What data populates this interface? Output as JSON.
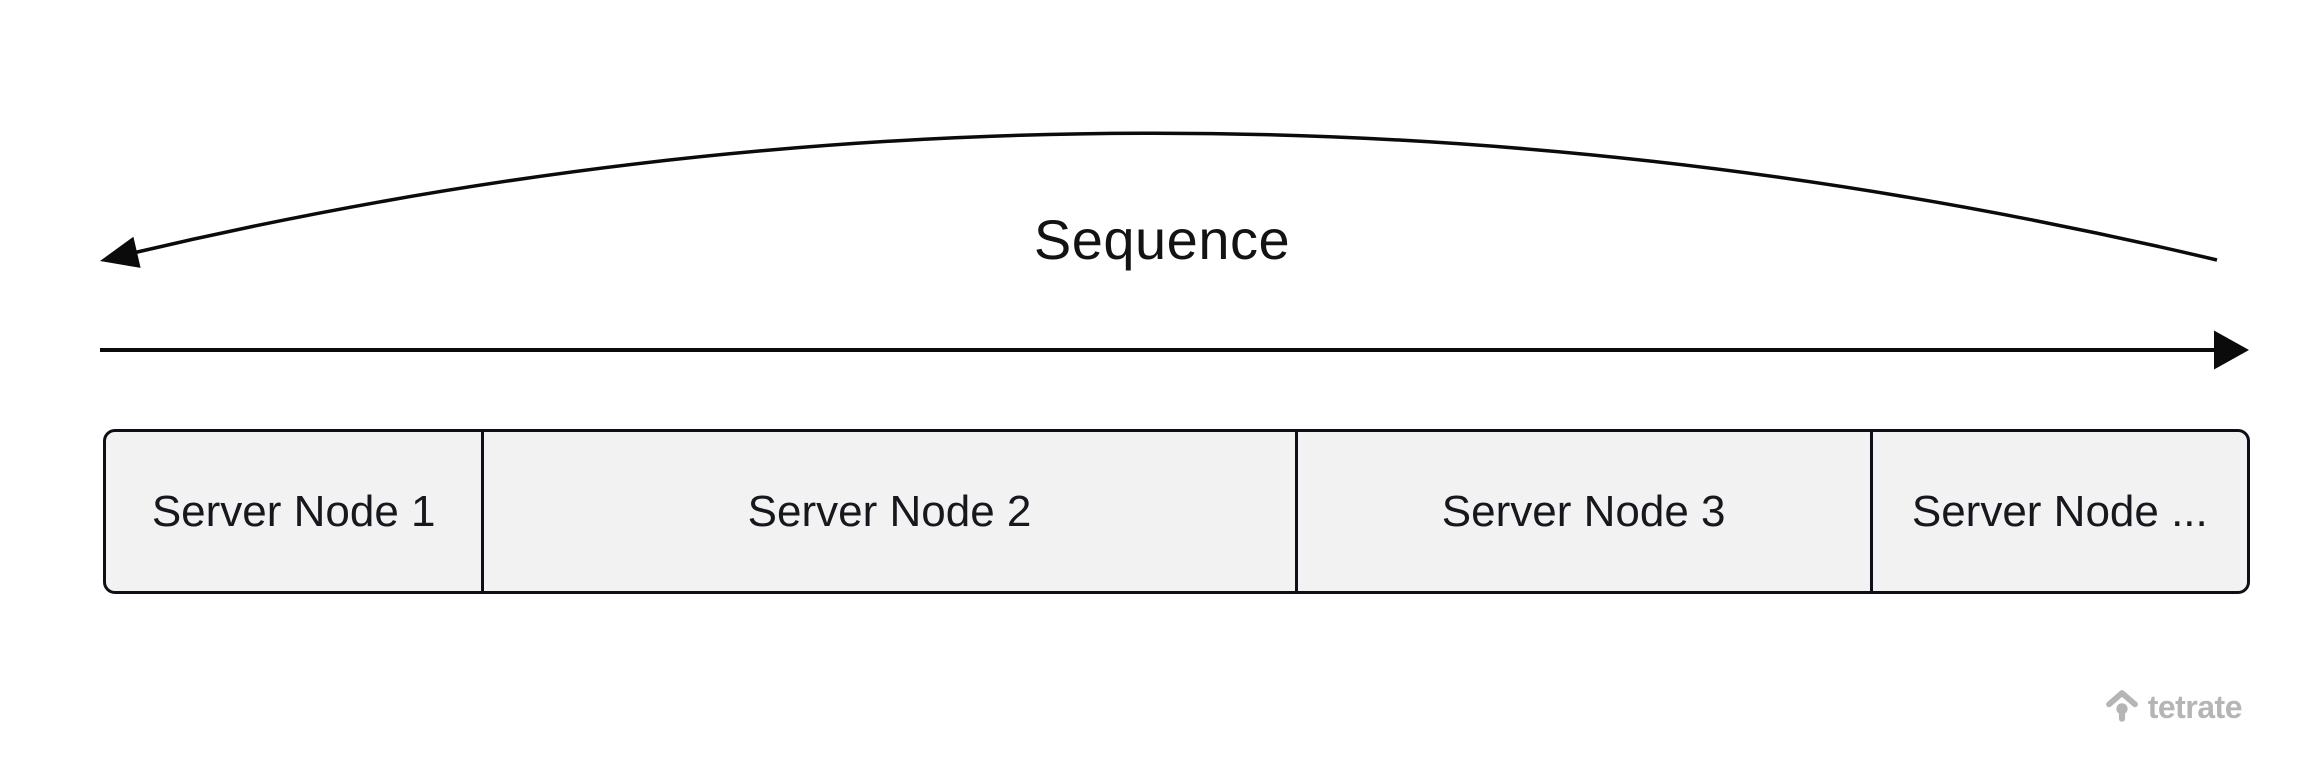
{
  "diagram": {
    "sequence_label": "Sequence",
    "nodes": [
      {
        "label": "Server Node 1"
      },
      {
        "label": "Server Node 2"
      },
      {
        "label": "Server Node 3"
      },
      {
        "label": "Server Node ..."
      }
    ],
    "colors": {
      "background": "#ffffff",
      "arrow": "#0b0b0b",
      "node_fill": "#f2f2f3",
      "node_border": "#0d1117",
      "node_text": "#16181d",
      "logo_gray": "#b5b5b5"
    }
  },
  "branding": {
    "logo_text": "tetrate"
  }
}
